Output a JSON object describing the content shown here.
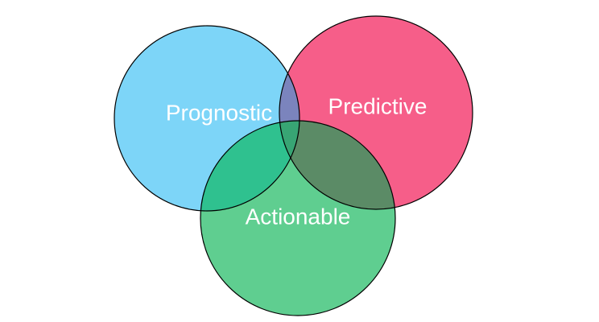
{
  "diagram": {
    "type": "venn",
    "sets": [
      {
        "key": "prognostic",
        "label": "Prognostic",
        "color": "#7dd5f8"
      },
      {
        "key": "predictive",
        "label": "Predictive",
        "color": "#f65e89"
      },
      {
        "key": "actionable",
        "label": "Actionable",
        "color": "#5fce90"
      }
    ],
    "overlap_colors": {
      "prognostic_predictive": "#7b84bd",
      "prognostic_actionable": "#2fc18f",
      "predictive_actionable": "#5b8b66",
      "all_three": "#38a574"
    },
    "outline_color": "#000000"
  }
}
